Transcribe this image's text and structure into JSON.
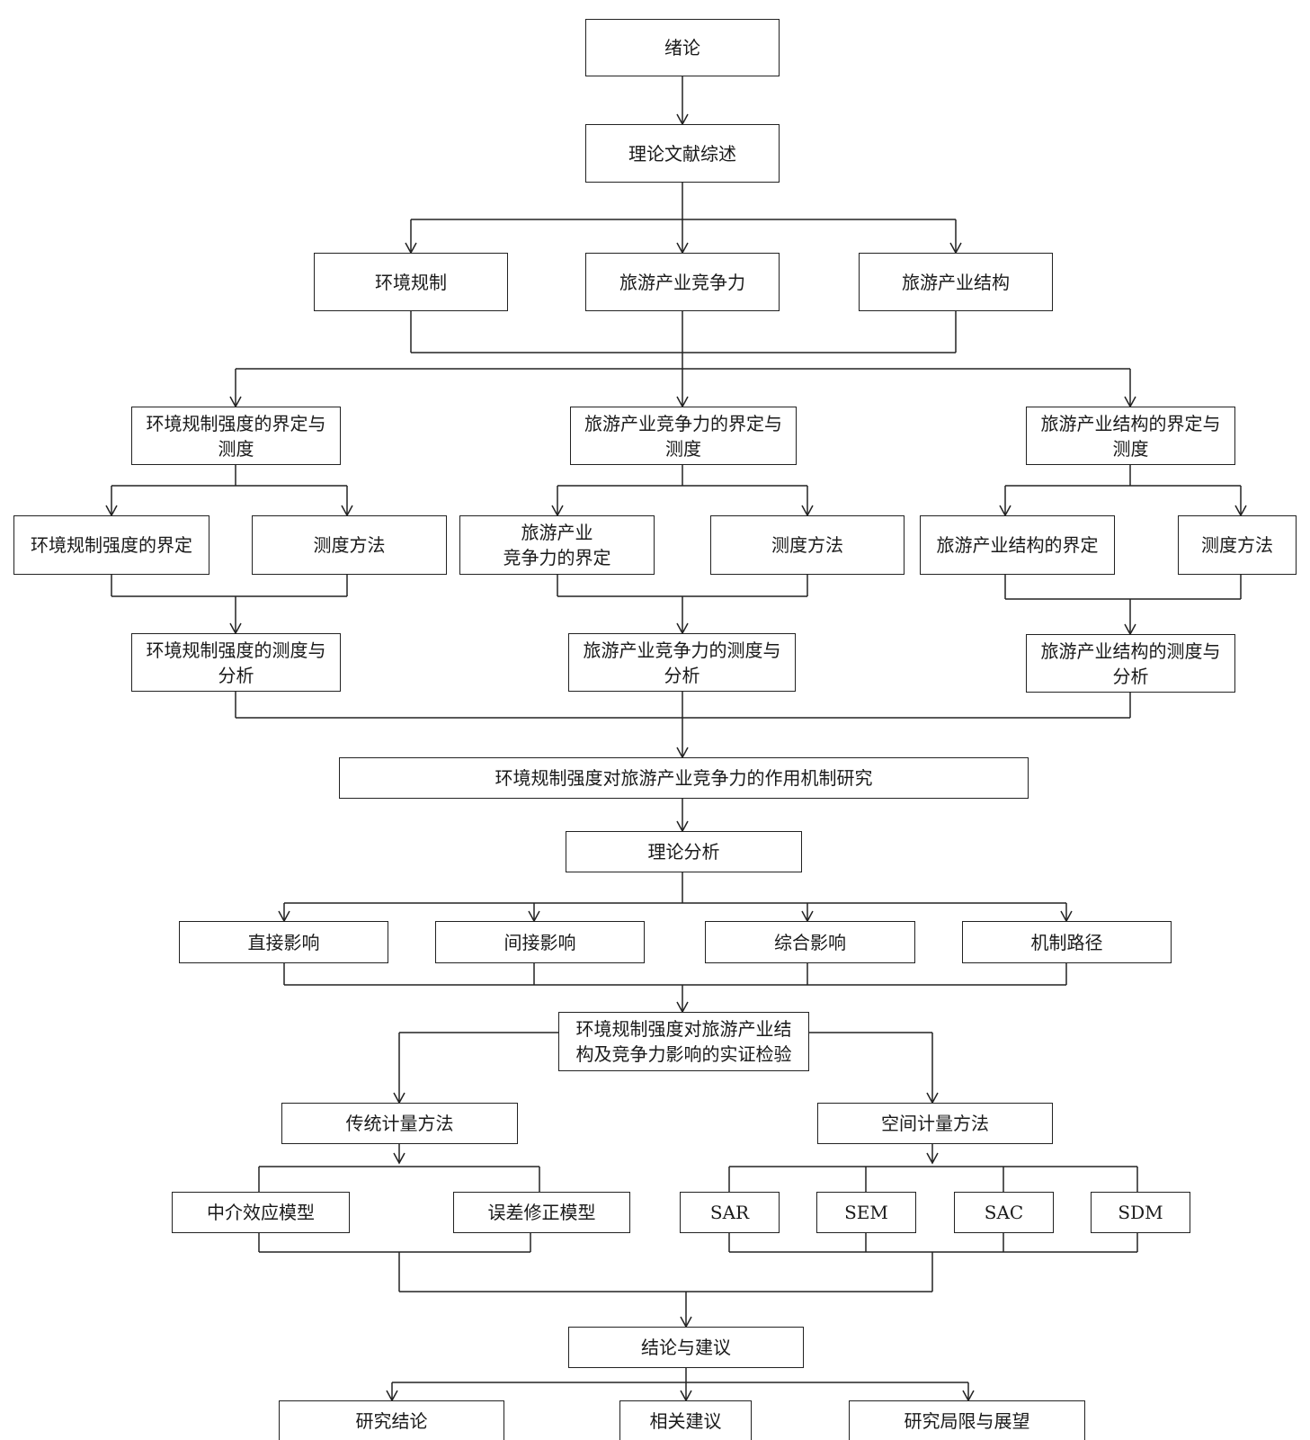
{
  "diagram": {
    "nodes": {
      "intro": {
        "lines": [
          "绪论"
        ]
      },
      "review": {
        "lines": [
          "理论文献综述"
        ]
      },
      "env_reg": {
        "lines": [
          "环境规制"
        ]
      },
      "tour_comp": {
        "lines": [
          "旅游产业竞争力"
        ]
      },
      "tour_struct": {
        "lines": [
          "旅游产业结构"
        ]
      },
      "er_def_measure": {
        "lines": [
          "环境规制强度的界定与",
          "测度"
        ]
      },
      "tc_def_measure": {
        "lines": [
          "旅游产业竞争力的界定与",
          "测度"
        ]
      },
      "ts_def_measure": {
        "lines": [
          "旅游产业结构的界定与",
          "测度"
        ]
      },
      "er_def": {
        "lines": [
          "环境规制强度的界定"
        ]
      },
      "er_method": {
        "lines": [
          "测度方法"
        ]
      },
      "tc_def": {
        "lines": [
          "旅游产业",
          "竞争力的界定"
        ]
      },
      "tc_method": {
        "lines": [
          "测度方法"
        ]
      },
      "ts_def": {
        "lines": [
          "旅游产业结构的界定"
        ]
      },
      "ts_method": {
        "lines": [
          "测度方法"
        ]
      },
      "er_measure_analysis": {
        "lines": [
          "环境规制强度的测度与",
          "分析"
        ]
      },
      "tc_measure_analysis": {
        "lines": [
          "旅游产业竞争力的测度与",
          "分析"
        ]
      },
      "ts_measure_analysis": {
        "lines": [
          "旅游产业结构的测度与",
          "分析"
        ]
      },
      "mechanism": {
        "lines": [
          "环境规制强度对旅游产业竞争力的作用机制研究"
        ]
      },
      "theory": {
        "lines": [
          "理论分析"
        ]
      },
      "direct": {
        "lines": [
          "直接影响"
        ]
      },
      "indirect": {
        "lines": [
          "间接影响"
        ]
      },
      "comprehensive": {
        "lines": [
          "综合影响"
        ]
      },
      "path": {
        "lines": [
          "机制路径"
        ]
      },
      "empirical": {
        "lines": [
          "环境规制强度对旅游产业结",
          "构及竞争力影响的实证检验"
        ]
      },
      "traditional": {
        "lines": [
          "传统计量方法"
        ]
      },
      "spatial": {
        "lines": [
          "空间计量方法"
        ]
      },
      "mediation": {
        "lines": [
          "中介效应模型"
        ]
      },
      "ecm": {
        "lines": [
          "误差修正模型"
        ]
      },
      "sar": {
        "lines": [
          "SAR"
        ]
      },
      "sem": {
        "lines": [
          "SEM"
        ]
      },
      "sac": {
        "lines": [
          "SAC"
        ]
      },
      "sdm": {
        "lines": [
          "SDM"
        ]
      },
      "conclusion": {
        "lines": [
          "结论与建议"
        ]
      },
      "findings": {
        "lines": [
          "研究结论"
        ]
      },
      "advice": {
        "lines": [
          "相关建议"
        ]
      },
      "limits": {
        "lines": [
          "研究局限与展望"
        ]
      }
    }
  }
}
